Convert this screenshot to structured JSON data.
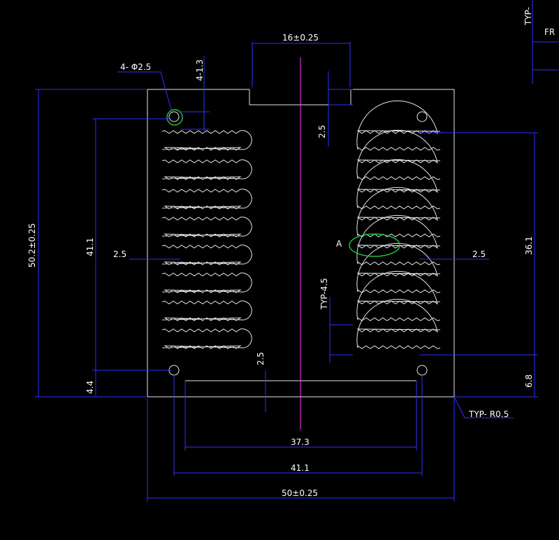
{
  "colors": {
    "background": "#000000",
    "outline": "#e8e8e8",
    "dimension": "#3030ff",
    "text": "#ffffff",
    "centerline": "#ff30ff",
    "highlight": "#20c040"
  },
  "annotations": {
    "hole_callout": "4- Φ2.5",
    "slot_depth": "4-1.3",
    "top_width": "16±0.25",
    "height_total": "50.2±0.25",
    "hole_vertical_pitch": "41.1",
    "left_margin": "2.5",
    "right_margin": "2.5",
    "top_fin_gap": "2.5",
    "fin_pitch": "TYP-4.5",
    "fin_span": "36.1",
    "bottom_hole_offset": "4.4",
    "bottom_gap": "2.5",
    "bottom_right_offset": "6.8",
    "detail_label": "A",
    "corner_radius": "TYP- R0.5",
    "bottom_inner": "37.3",
    "bottom_pitch": "41.1",
    "overall_width": "50±0.25",
    "edge_typ": "TYP-",
    "edge_fr": "FR"
  }
}
